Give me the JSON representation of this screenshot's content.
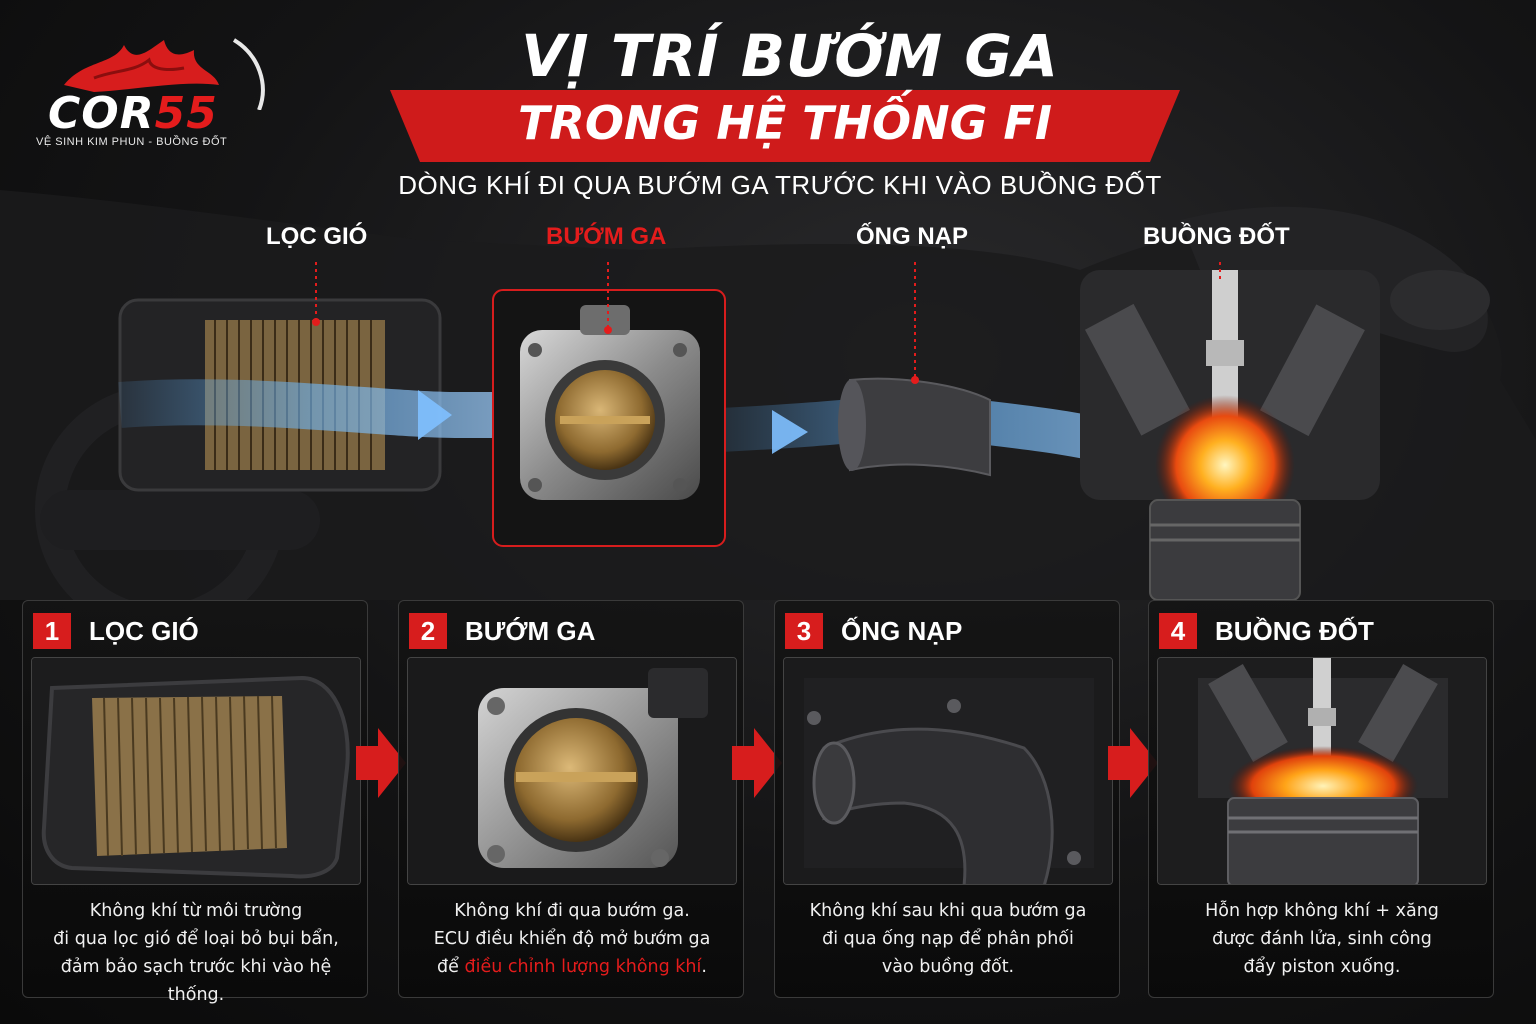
{
  "brand": {
    "name_white": "COR",
    "name_red": "55",
    "tagline": "VỆ SINH KIM PHUN - BUỒNG ĐỐT"
  },
  "title": {
    "line1": "VỊ TRÍ BƯỚM GA",
    "line2": "TRONG HỆ THỐNG FI",
    "subtitle": "DÒNG KHÍ ĐI QUA BƯỚM GA TRƯỚC KHI VÀO BUỒNG ĐỐT"
  },
  "top_labels": [
    {
      "label": "LỌC GIÓ"
    },
    {
      "label": "BƯỚM GA"
    },
    {
      "label": "ỐNG NẠP"
    },
    {
      "label": "BUỒNG ĐỐT"
    }
  ],
  "steps": [
    {
      "number": "1",
      "title": "LỌC GIÓ",
      "desc_lines": [
        "Không khí từ môi trường",
        "đi qua lọc gió để loại bỏ bụi bẩn,",
        "đảm bảo sạch trước khi vào hệ thống."
      ]
    },
    {
      "number": "2",
      "title": "BƯỚM GA",
      "desc_lines": [
        "Không khí đi qua bướm ga.",
        "ECU điều khiển độ mở bướm ga"
      ],
      "desc_prefix": "để ",
      "desc_highlight": "điều chỉnh lượng không khí",
      "desc_suffix": "."
    },
    {
      "number": "3",
      "title": "ỐNG NẠP",
      "desc_lines": [
        "Không khí sau khi qua bướm ga",
        "đi qua ống nạp để phân phối",
        "vào buồng đốt."
      ]
    },
    {
      "number": "4",
      "title": "BUỒNG ĐỐT",
      "desc_lines": [
        "Hỗn hợp không khí + xăng",
        "được đánh lửa, sinh công",
        "đẩy piston xuống."
      ]
    }
  ],
  "colors": {
    "accent_red": "#e41c1c",
    "airflow_blue": "#5aa9f0",
    "background": "#141415"
  },
  "icons": [
    "flame-logo-icon",
    "air-filter-icon",
    "throttle-body-icon",
    "intake-pipe-icon",
    "combustion-chamber-icon",
    "flow-arrow-icon"
  ]
}
